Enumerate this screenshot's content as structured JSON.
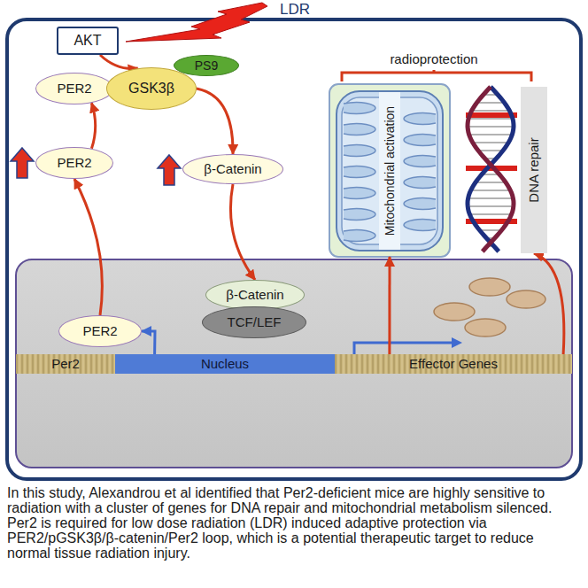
{
  "diagram": {
    "caption": "In this study, Alexandrou et al identified that Per2-deficient mice are highly sensitive to radiation with a cluster of genes for DNA repair and mitochondrial metabolism silenced. Per2 is required for low dose radiation (LDR) induced adaptive protection via PER2/pGSK3β/β-catenin/Per2 loop, which is a potential therapeutic target to reduce normal tissue radiation injury.",
    "nodes": [
      {
        "text": [
          "AKT"
        ]
      },
      {
        "text": [
          "PER2"
        ]
      },
      {
        "text": [
          "GSK3β"
        ]
      },
      {
        "text": [
          "PS9"
        ]
      },
      {
        "text": [
          "PER2"
        ]
      },
      {
        "text": [
          "β-Catenin"
        ]
      },
      {
        "text": [
          "Mitochondrial activation"
        ]
      },
      {
        "text": [
          "DNA repair"
        ]
      },
      {
        "text": [
          "β-Catenin"
        ]
      },
      {
        "text": [
          "TCF/LEF"
        ]
      },
      {
        "text": [
          "PER2"
        ]
      },
      {
        "text": [
          "Per2"
        ]
      },
      {
        "text": [
          "Nucleus"
        ]
      },
      {
        "text": [
          "Effector Genes"
        ]
      }
    ],
    "edges": [
      {
        "from": 0,
        "to": 2,
        "arrow": "to"
      },
      {
        "from": 4,
        "to": 1,
        "arrow": "to"
      },
      {
        "from": 2,
        "to": 5,
        "arrow": "to"
      },
      {
        "from": 5,
        "to": 8,
        "arrow": "to"
      },
      {
        "from": 12,
        "to": 10,
        "arrow": "to"
      },
      {
        "from": 10,
        "to": 4,
        "arrow": "to"
      },
      {
        "from": 13,
        "to": 6,
        "arrow": "to"
      },
      {
        "from": 13,
        "to": 7,
        "arrow": "to"
      }
    ],
    "labels": [
      "LDR",
      "radioprotection"
    ]
  }
}
